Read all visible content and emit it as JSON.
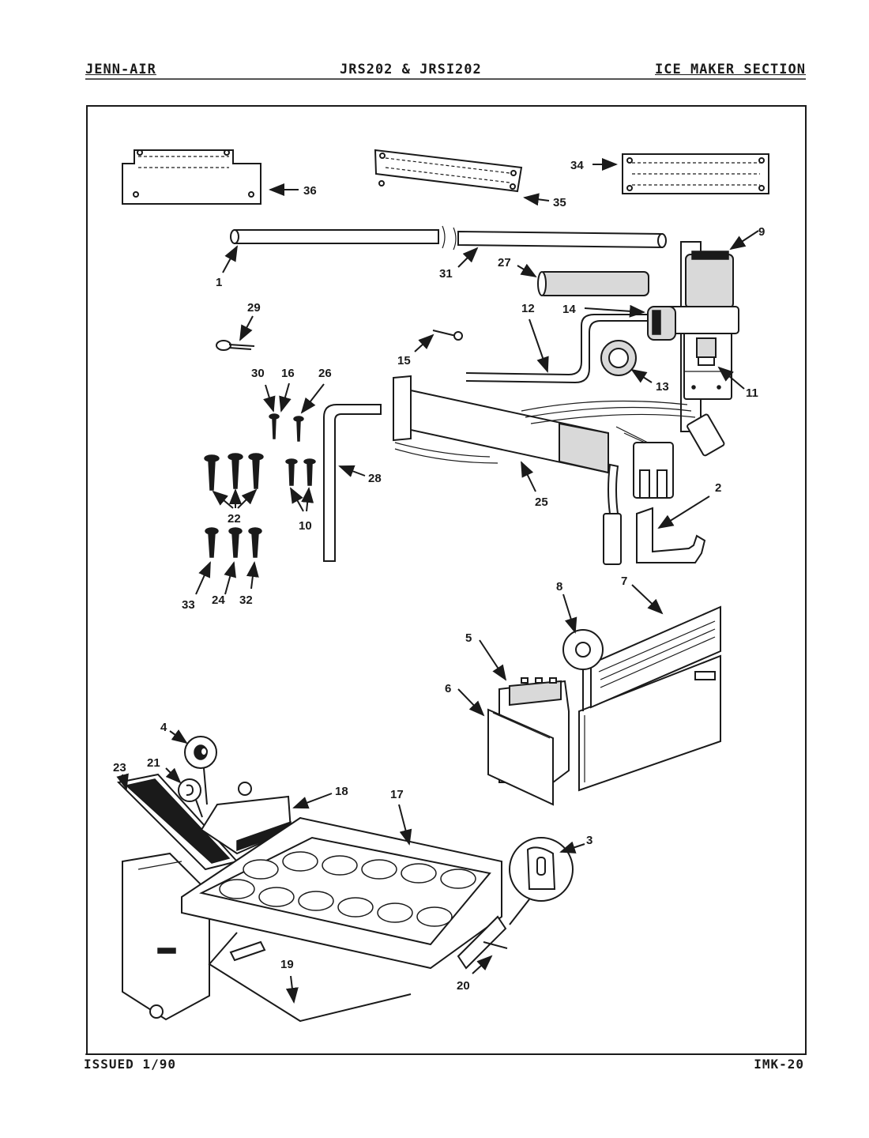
{
  "header": {
    "brand": "JENN-AIR",
    "models": "JRS202 & JRSI202",
    "section": "ICE MAKER SECTION"
  },
  "footer": {
    "issued": "ISSUED 1/90",
    "code": "IMK-20"
  },
  "callouts": {
    "c1": "1",
    "c2": "2",
    "c3": "3",
    "c4": "4",
    "c5": "5",
    "c6": "6",
    "c7": "7",
    "c8": "8",
    "c9": "9",
    "c10": "10",
    "c11": "11",
    "c12": "12",
    "c13": "13",
    "c14": "14",
    "c15": "15",
    "c16": "16",
    "c17": "17",
    "c18": "18",
    "c19": "19",
    "c20": "20",
    "c21": "21",
    "c22": "22",
    "c23": "23",
    "c24": "24",
    "c25": "25",
    "c26": "26",
    "c27": "27",
    "c28": "28",
    "c29": "29",
    "c30": "30",
    "c31": "31",
    "c32": "32",
    "c33": "33",
    "c34": "34",
    "c35": "35",
    "c36": "36"
  }
}
